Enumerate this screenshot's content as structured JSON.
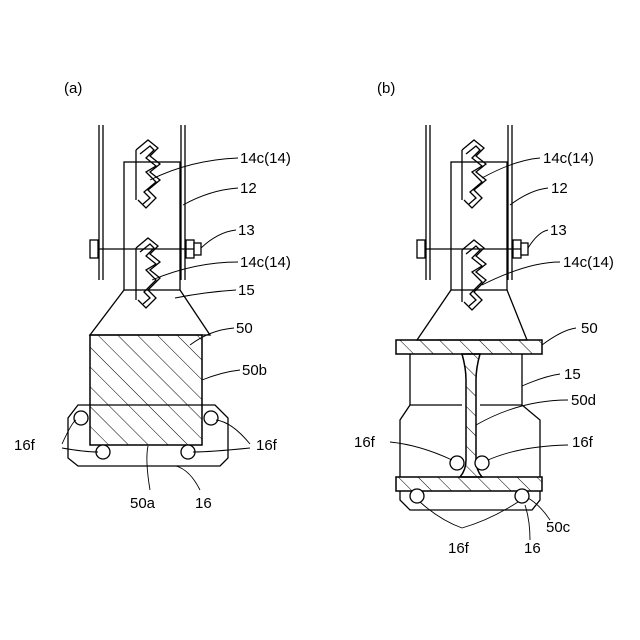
{
  "panels": {
    "a": {
      "label": "(a)",
      "labels": {
        "l14c_top": "14c(14)",
        "l12": "12",
        "l13": "13",
        "l14c_bottom": "14c(14)",
        "l15": "15",
        "l50": "50",
        "l50b": "50b",
        "l16f_left": "16f",
        "l16f_right": "16f",
        "l50a": "50a",
        "l16": "16"
      }
    },
    "b": {
      "label": "(b)",
      "labels": {
        "l14c_top": "14c(14)",
        "l12": "12",
        "l13": "13",
        "l14c_bottom": "14c(14)",
        "l50": "50",
        "l15": "15",
        "l50d": "50d",
        "l16f_left": "16f",
        "l16f_right": "16f",
        "l50c": "50c",
        "l16f_bottom": "16f",
        "l16": "16"
      }
    }
  },
  "colors": {
    "line": "#000000",
    "background": "#ffffff"
  }
}
